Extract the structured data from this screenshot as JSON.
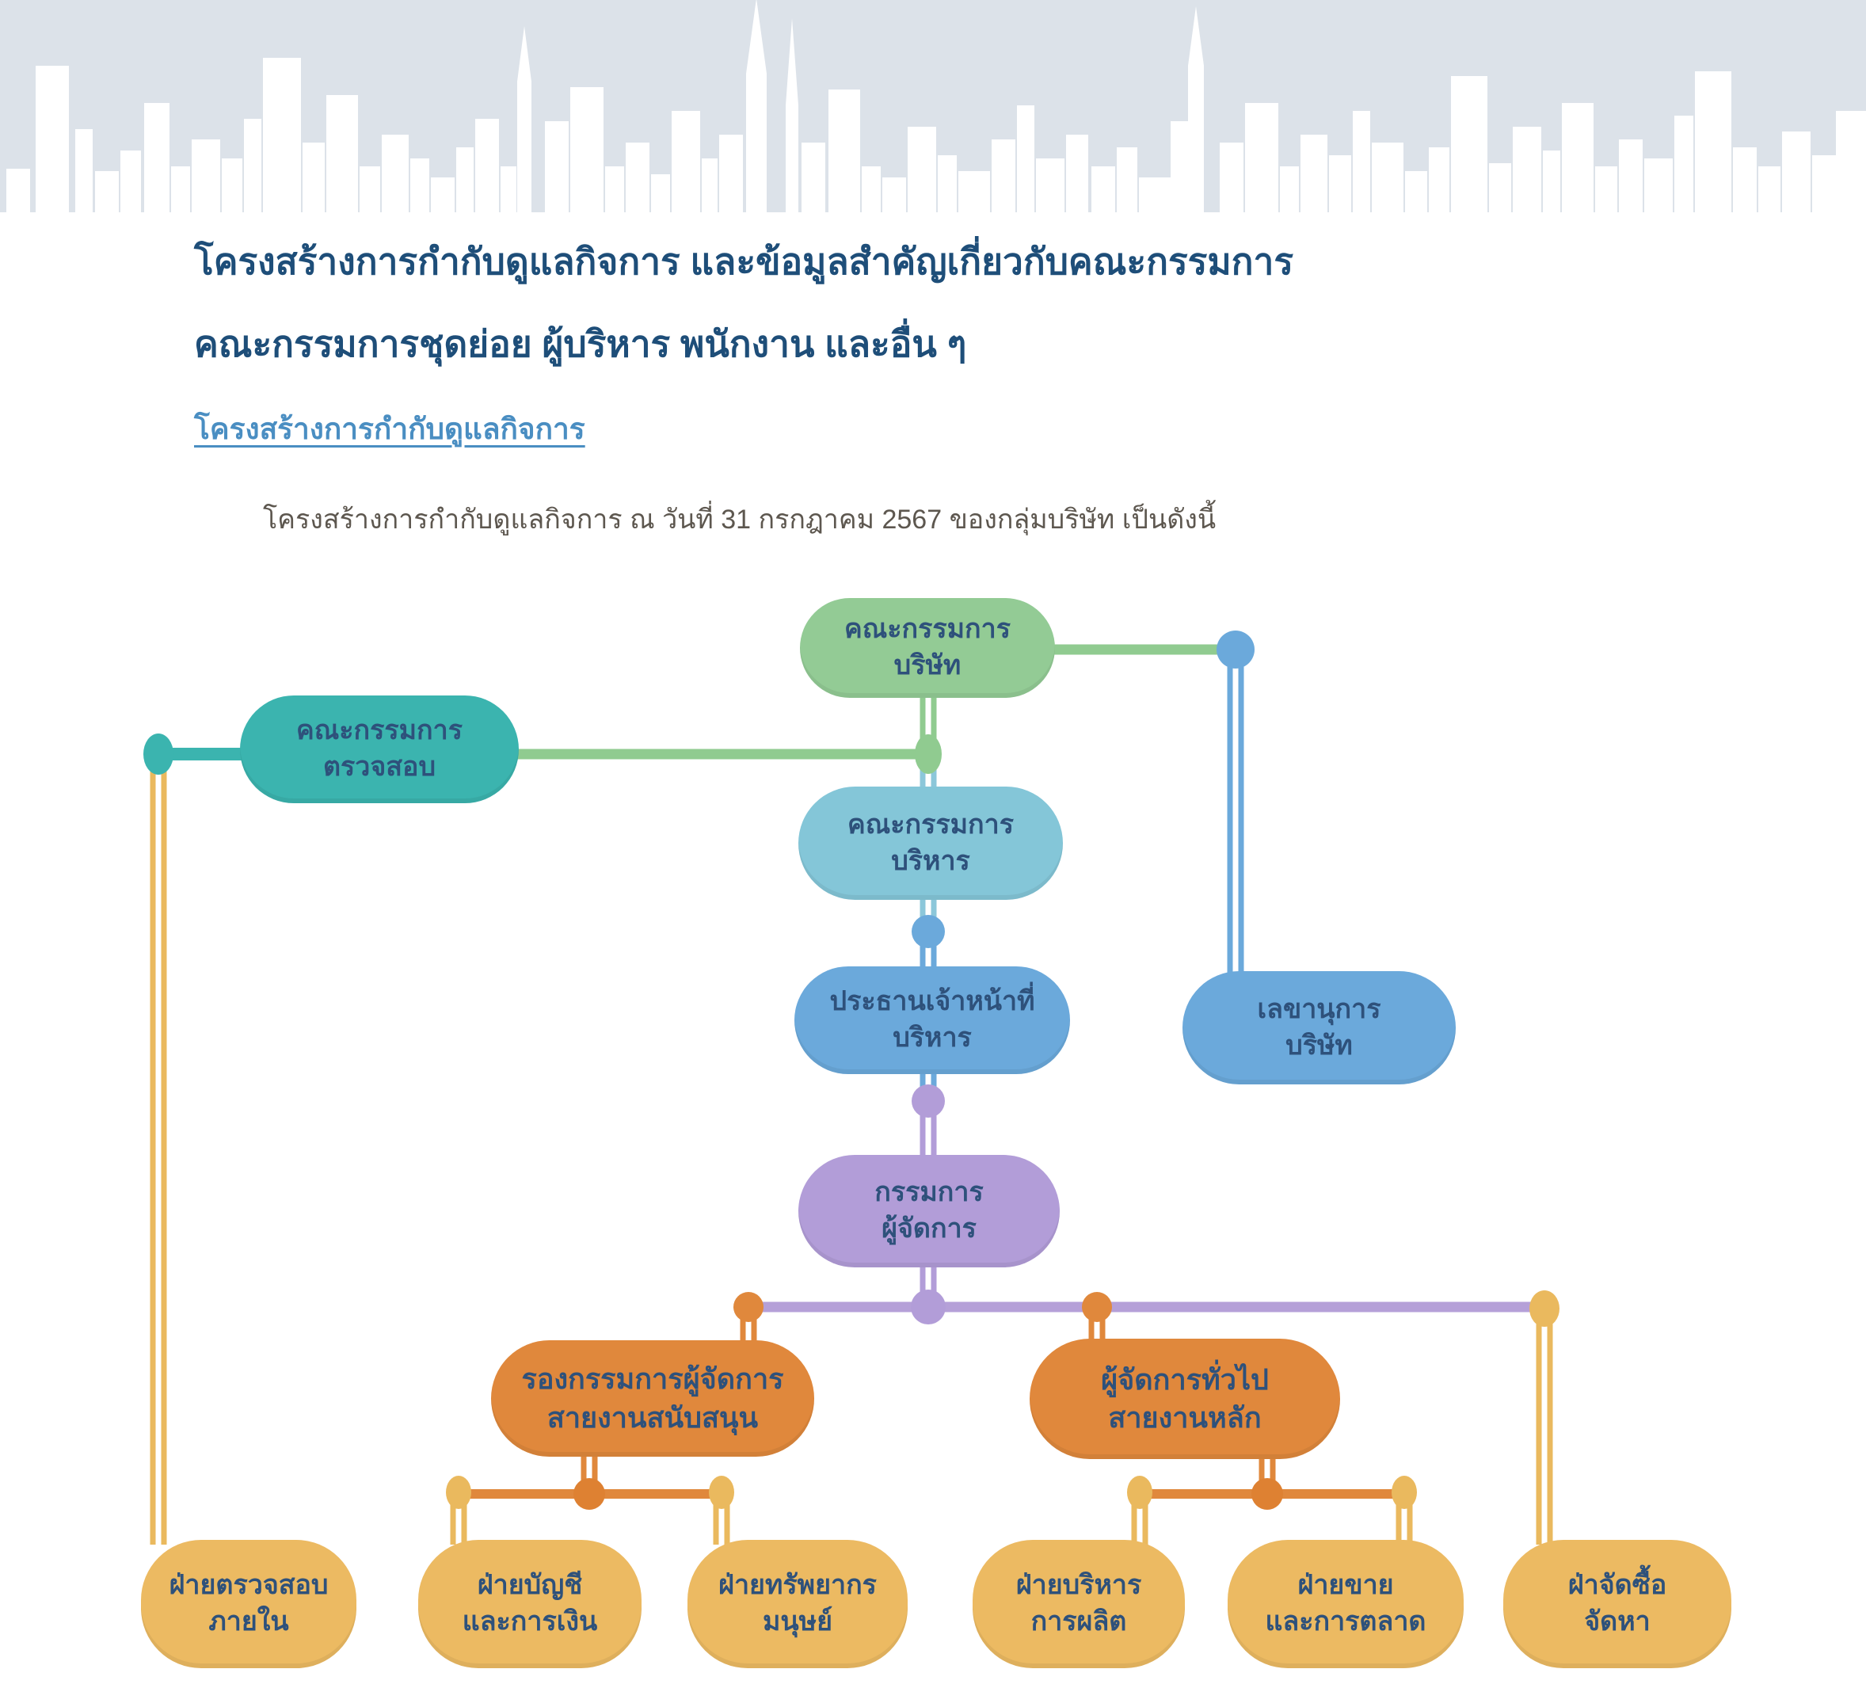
{
  "page": {
    "title_line1": "โครงสร้างการกำกับดูแลกิจการ และข้อมูลสำคัญเกี่ยวกับคณะกรรมการ",
    "title_line2": "คณะกรรมการชุดย่อย ผู้บริหาร พนักงาน และอื่น ๆ",
    "section_link": "โครงสร้างการกำกับดูแลกิจการ",
    "intro_text": "โครงสร้างการกำกับดูแลกิจการ ณ วันที่ 31 กรกฎาคม 2567 ของกลุ่มบริษัท เป็นดังนี้"
  },
  "palette": {
    "banner_bg": "#dce2e9",
    "skyline": "#ffffff",
    "title_text": "#1e4e79",
    "link_text": "#4a8ec2",
    "body_text": "#5d574f",
    "node_text": "#2e517b",
    "green": "#93cb95",
    "teal": "#3bb4af",
    "light_blue": "#84c6d8",
    "blue": "#6ba9db",
    "purple": "#b29dd8",
    "orange": "#e0883c",
    "orange_dark": "#de8132",
    "amber": "#ecba62",
    "amber_line": "#eab95e"
  },
  "org_chart": {
    "nodes": [
      {
        "id": "board",
        "label_line1": "คณะกรรมการ",
        "label_line2": "บริษัท",
        "color": "#93cb95"
      },
      {
        "id": "audit-committee",
        "label_line1": "คณะกรรมการ",
        "label_line2": "ตรวจสอบ",
        "color": "#3bb4af"
      },
      {
        "id": "executive-committee",
        "label_line1": "คณะกรรมการ",
        "label_line2": "บริหาร",
        "color": "#84c6d8"
      },
      {
        "id": "ceo",
        "label_line1": "ประธานเจ้าหน้าที่",
        "label_line2": "บริหาร",
        "color": "#6ba9db"
      },
      {
        "id": "company-secretary",
        "label_line1": "เลขานุการ",
        "label_line2": "บริษัท",
        "color": "#6ba9db"
      },
      {
        "id": "managing-director",
        "label_line1": "กรรมการ",
        "label_line2": "ผู้จัดการ",
        "color": "#b29dd8"
      },
      {
        "id": "deputy-md-support",
        "label_line1": "รองกรรมการผู้จัดการ",
        "label_line2": "สายงานสนับสนุน",
        "color": "#e0883c"
      },
      {
        "id": "gm-main-line",
        "label_line1": "ผู้จัดการทั่วไป",
        "label_line2": "สายงานหลัก",
        "color": "#e0883c"
      },
      {
        "id": "internal-audit-dept",
        "label_line1": "ฝ่ายตรวจสอบ",
        "label_line2": "ภายใน",
        "color": "#ecba62"
      },
      {
        "id": "accounting-finance-dept",
        "label_line1": "ฝ่ายบัญชี",
        "label_line2": "และการเงิน",
        "color": "#ecba62"
      },
      {
        "id": "human-resources-dept",
        "label_line1": "ฝ่ายทรัพยากร",
        "label_line2": "มนุษย์",
        "color": "#ecba62"
      },
      {
        "id": "production-mgmt-dept",
        "label_line1": "ฝ่ายบริหาร",
        "label_line2": "การผลิต",
        "color": "#ecba62"
      },
      {
        "id": "sales-marketing-dept",
        "label_line1": "ฝ่ายขาย",
        "label_line2": "และการตลาด",
        "color": "#ecba62"
      },
      {
        "id": "procurement-dept",
        "label_line1": "ฝ่าจัดซื้อ",
        "label_line2": "จัดหา",
        "color": "#ecba62"
      }
    ]
  }
}
